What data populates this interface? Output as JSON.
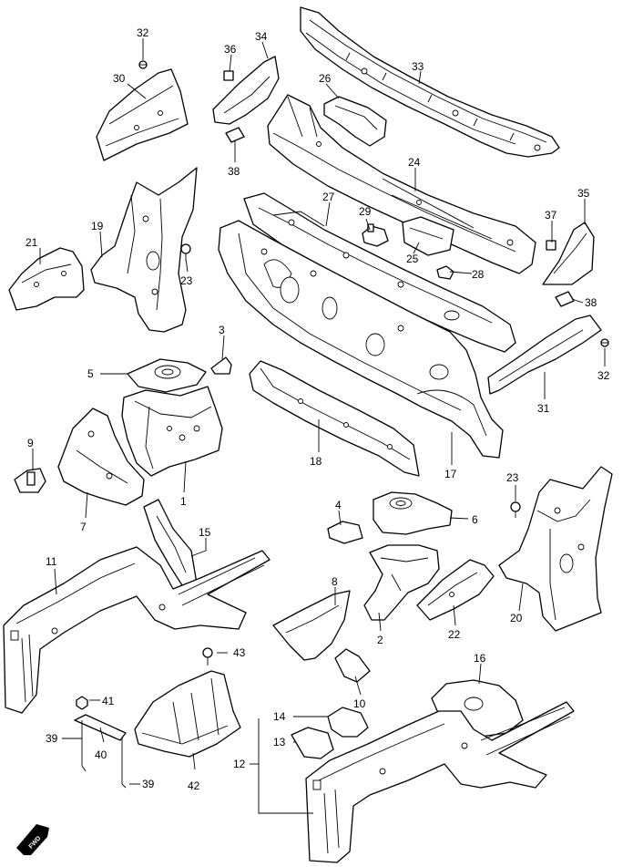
{
  "diagram": {
    "orientation_badge": "FWD",
    "callouts": {
      "c1": "1",
      "c2": "2",
      "c3": "3",
      "c4": "4",
      "c5": "5",
      "c6": "6",
      "c7": "7",
      "c8": "8",
      "c9": "9",
      "c10": "10",
      "c11": "11",
      "c12": "12",
      "c13": "13",
      "c14": "14",
      "c15": "15",
      "c16": "16",
      "c17": "17",
      "c18": "18",
      "c19": "19",
      "c20": "20",
      "c21": "21",
      "c22": "22",
      "c23a": "23",
      "c23b": "23",
      "c24": "24",
      "c25": "25",
      "c26": "26",
      "c27": "27",
      "c28": "28",
      "c29": "29",
      "c30": "30",
      "c31": "31",
      "c32a": "32",
      "c32b": "32",
      "c33": "33",
      "c34": "34",
      "c35": "35",
      "c36": "36",
      "c37": "37",
      "c38a": "38",
      "c38b": "38",
      "c39a": "39",
      "c39b": "39",
      "c40": "40",
      "c41": "41",
      "c42": "42",
      "c43": "43"
    }
  }
}
